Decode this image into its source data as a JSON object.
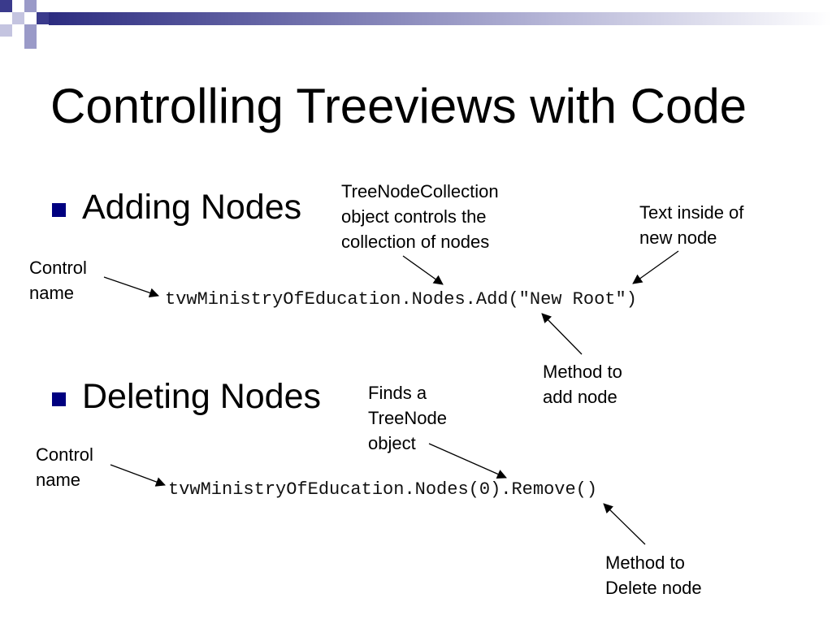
{
  "slide": {
    "title": "Controlling Treeviews with Code",
    "bullets": [
      "Adding Nodes",
      "Deleting Nodes"
    ],
    "code": {
      "add": "tvwMinistryOfEducation.Nodes.Add(\"New Root\")",
      "remove": "tvwMinistryOfEducation.Nodes(0).Remove()"
    },
    "callouts": {
      "collection": "TreeNodeCollection\nobject controls the\ncollection of nodes",
      "text_inside": "Text inside of\nnew node",
      "control_name_1": "Control\nname",
      "method_add": "Method to\nadd node",
      "finds_treenode": "Finds a\nTreeNode\nobject",
      "control_name_2": "Control\nname",
      "method_delete": "Method to\nDelete node"
    }
  },
  "colors": {
    "accent": "#000080",
    "decoration_dark": "#2c2c80",
    "decoration_light": "#b8b8d8"
  }
}
